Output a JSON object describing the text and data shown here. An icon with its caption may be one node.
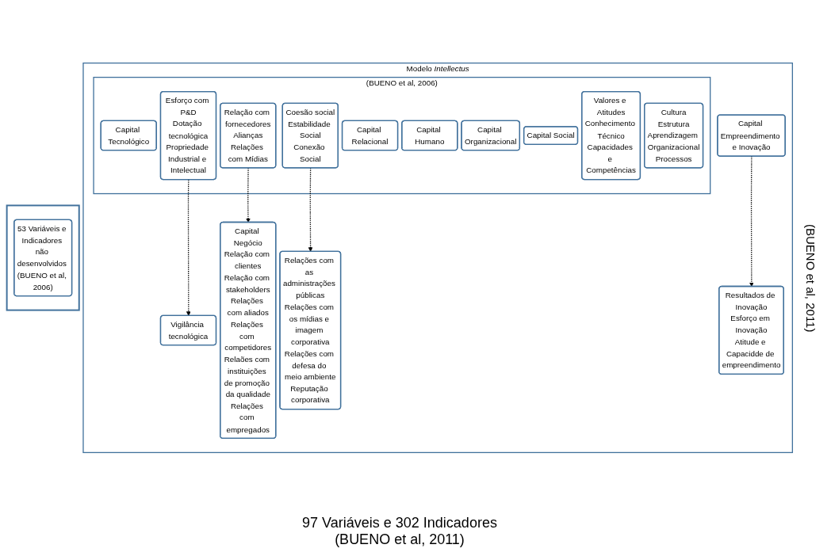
{
  "diagram": {
    "nodes": [
      {
        "text": [
          "Modelo *Intellectus*"
        ]
      },
      {
        "text": [
          "(BUENO et al, 2006)"
        ],
        "in": 0
      },
      {
        "text": [
          "Capital Tecnológico"
        ],
        "in": 1
      },
      {
        "text": [
          "Capital Relacional"
        ],
        "in": 1
      },
      {
        "text": [
          "Capital Humano"
        ],
        "in": 1
      },
      {
        "text": [
          "Capital Organizacional"
        ],
        "in": 1
      },
      {
        "text": [
          "Capital Social"
        ],
        "in": 1
      },
      {
        "text": [
          "Esforço com P&D",
          "Dotação tecnológica",
          "Propriedade Industrial e Intelectual"
        ],
        "in": 1
      },
      {
        "text": [
          "Relação com fornecedores",
          "Alianças",
          "Relações com Mídias"
        ],
        "in": 1
      },
      {
        "text": [
          "Valores e Atitudes",
          "Conhecimento Técnico",
          "Capacidades e Competências"
        ],
        "in": 1
      },
      {
        "text": [
          "Cultura",
          "Estrutura",
          "Aprendizagem Organizacional",
          "Processos"
        ],
        "in": 1
      },
      {
        "text": [
          "Coesão social",
          "Estabilidade Social",
          "Conexão Social"
        ],
        "in": 1
      },
      {
        "text": [
          "Capital Empreendimento e Inovação"
        ],
        "in": 0
      },
      {
        "text": [
          "Vigilância tecnológica"
        ],
        "in": 0
      },
      {
        "text": [
          "Capital Negócio",
          "Relação com clientes",
          "Relação com stakeholders",
          "Relações com aliados",
          "Relações com competidores",
          "Relaões com instituições de promoção da qualidade",
          "Relações com empregados"
        ],
        "in": 0
      },
      {
        "text": [
          "Relações com as administrações públicas",
          "Relações com os mídias e imagem corporativa",
          "Relações com defesa do meio ambiente",
          "Reputação corporativa"
        ],
        "in": 0
      },
      {
        "text": [
          "Resultados de Inovação",
          "Esforço em Inovação",
          "Atitude e Capacidde de empreendimento"
        ],
        "in": 0
      },
      {
        "text": [],
        "shape": "box"
      },
      {
        "text": [
          "53 Variáveis e Indicadores não desenvolvidos (BUENO et al, 2006)"
        ],
        "in": 17
      }
    ],
    "edges": [
      {
        "from": 7,
        "to": 13,
        "arrow": "to",
        "style": "dashed"
      },
      {
        "from": 8,
        "to": 14,
        "arrow": "to",
        "style": "dashed"
      },
      {
        "from": 11,
        "to": 15,
        "arrow": "to",
        "style": "dashed"
      },
      {
        "from": 12,
        "to": 16,
        "arrow": "to",
        "style": "dashed"
      }
    ],
    "labels": [
      "(BUENO et al, 2011)",
      "97 Variáveis e 302 Indicadores (BUENO et al, 2011)"
    ]
  }
}
